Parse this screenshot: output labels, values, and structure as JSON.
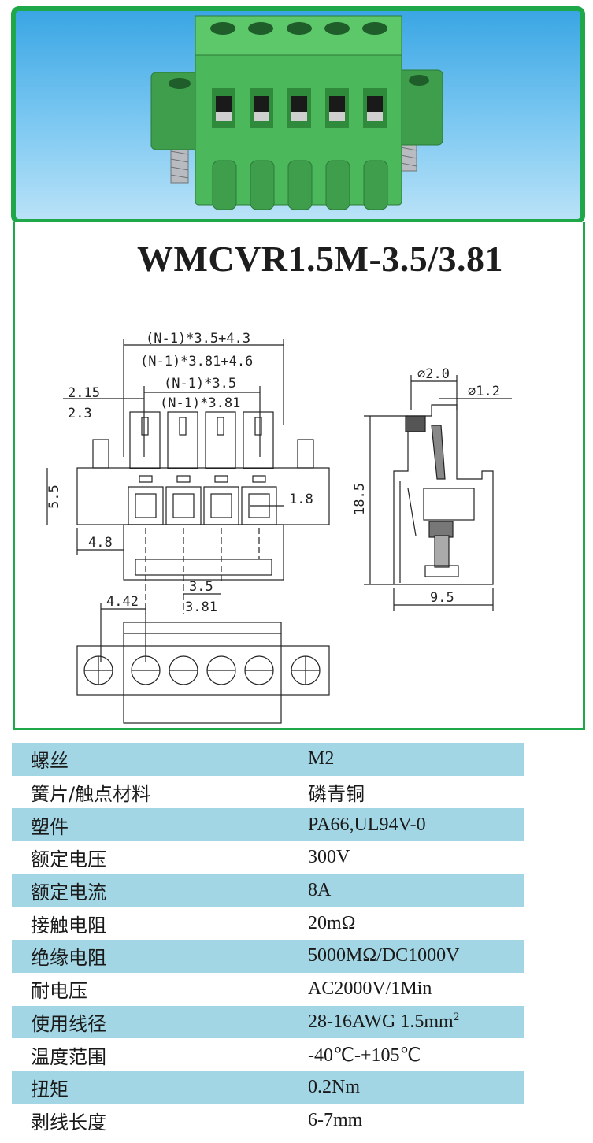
{
  "model": "WMCVR1.5M-3.5/3.81",
  "drawing": {
    "top_width_a": "(N-1)*3.5+4.3",
    "top_width_b": "(N-1)*3.81+4.6",
    "pitch_sum_a": "(N-1)*3.5",
    "pitch_sum_b": "(N-1)*3.81",
    "offset_a": "2.15",
    "offset_b": "2.3",
    "height": "5.5",
    "slot": "1.8",
    "flange": "4.8",
    "pitch_a": "3.5",
    "pitch_b": "3.81",
    "hole_offset": "4.42",
    "dia_a": "∅2.0",
    "dia_b": "∅1.2",
    "side_height": "18.5",
    "side_width": "9.5"
  },
  "specs": [
    {
      "key": "螺丝",
      "value": "M2"
    },
    {
      "key": "簧片/触点材料",
      "value": "磷青铜"
    },
    {
      "key": "塑件",
      "value": "PA66,UL94V-0"
    },
    {
      "key": "额定电压",
      "value": "300V"
    },
    {
      "key": "额定电流",
      "value": "8A"
    },
    {
      "key": "接触电阻",
      "value": "20mΩ"
    },
    {
      "key": "绝缘电阻",
      "value": "5000MΩ/DC1000V"
    },
    {
      "key": "耐电压",
      "value": "AC2000V/1Min"
    },
    {
      "key": "使用线径",
      "value": "28-16AWG 1.5mm",
      "sup": "2"
    },
    {
      "key": "温度范围",
      "value": "-40℃-+105℃"
    },
    {
      "key": "扭矩",
      "value": "0.2Nm"
    },
    {
      "key": "剥线长度",
      "value": "6-7mm"
    }
  ],
  "colors": {
    "frame_green": "#1fa84a",
    "row_shade": "#a3d6e4",
    "connector_green": "#4cb85c"
  }
}
